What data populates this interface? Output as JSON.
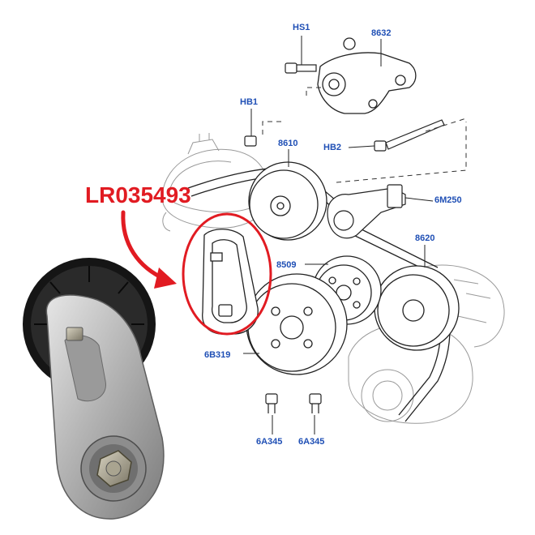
{
  "diagram": {
    "part_number": "LR035493",
    "callouts": {
      "hs1": "HS1",
      "c8632": "8632",
      "hb1": "HB1",
      "c8610": "8610",
      "hb2": "HB2",
      "c6m250": "6M250",
      "c8620": "8620",
      "c8509": "8509",
      "c6b319": "6B319",
      "c6a345_left": "6A345",
      "c6a345_right": "6A345"
    },
    "colors": {
      "callout_blue": "#1f4fb5",
      "highlight_red": "#e11b22",
      "line_dark": "#222222"
    }
  }
}
